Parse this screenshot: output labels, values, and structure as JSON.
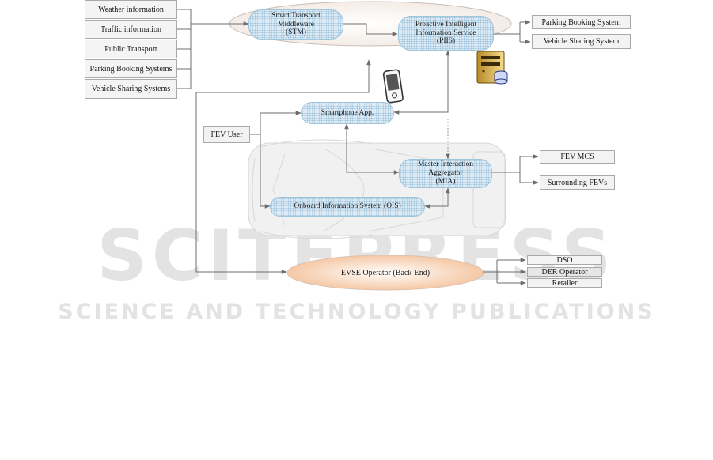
{
  "input_sources": [
    {
      "label": "Weather information"
    },
    {
      "label": "Traffic information"
    },
    {
      "label": "Public Transport"
    },
    {
      "label": "Parking Booking Systems"
    },
    {
      "label": "Vehicle Sharing Systems"
    }
  ],
  "stm": {
    "label": "Smart Transport\nMiddleware\n(STM)"
  },
  "piis": {
    "label": "Proactive Intelligent\nInformation Service\n(PIIS)"
  },
  "piis_outputs": [
    {
      "label": "Parking Booking System"
    },
    {
      "label": "Vehicle Sharing System"
    }
  ],
  "smartphone_app": {
    "label": "Smartphone App."
  },
  "fev_user": {
    "label": "FEV User"
  },
  "mia": {
    "label": "Master Interaction\nAggregator\n(MIA)"
  },
  "mia_outputs": [
    {
      "label": "FEV MCS"
    },
    {
      "label": "Surrounding FEVs"
    }
  ],
  "ois": {
    "label": "Onboard Information System (OIS)"
  },
  "evse": {
    "label": "EVSE Operator (Back-End)"
  },
  "evse_outputs": [
    {
      "label": "DSO"
    },
    {
      "label": "DER Operator"
    },
    {
      "label": "Retailer"
    }
  ],
  "watermark": {
    "line1": "SCITEPRESS",
    "line2": "SCIENCE AND TECHNOLOGY PUBLICATIONS"
  },
  "colors": {
    "blob_fill": "#dbeaf5",
    "blob_dots": "#9fc4dc",
    "evse_fill": "#fbe3d2",
    "line": "#6e6e6e",
    "box_border": "#a9a9a9"
  },
  "icons": [
    "smartphone-icon",
    "server-icon",
    "car-outline-icon"
  ]
}
